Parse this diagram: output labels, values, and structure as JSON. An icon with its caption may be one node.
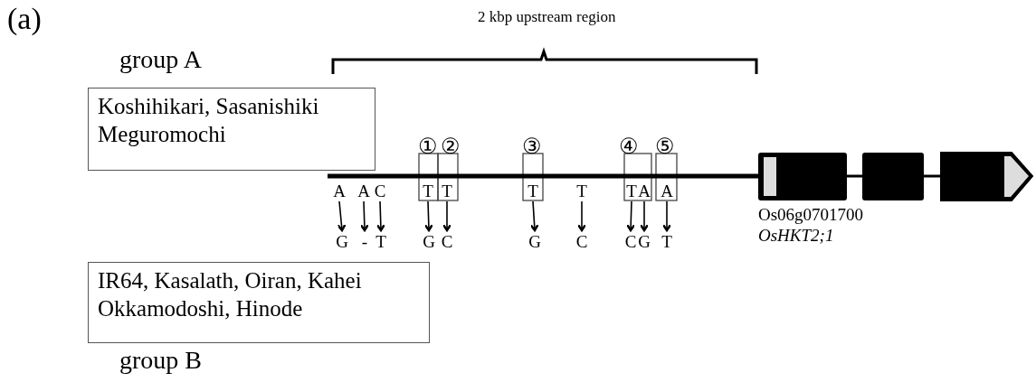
{
  "diagram": {
    "nodes": [
      {
        "text": [
          "group A",
          "Koshihikari, Sasanishiki Meguromochi"
        ]
      },
      {
        "text": [
          "IR64, Kasalath, Oiran, Kahei Okkamodoshi, Hinode",
          "group B"
        ]
      },
      {
        "text": [
          "A"
        ]
      },
      {
        "text": [
          "A"
        ]
      },
      {
        "text": [
          "C"
        ]
      },
      {
        "text": [
          "T"
        ]
      },
      {
        "text": [
          "T"
        ]
      },
      {
        "text": [
          "T"
        ]
      },
      {
        "text": [
          "T"
        ]
      },
      {
        "text": [
          "T"
        ]
      },
      {
        "text": [
          "A"
        ]
      },
      {
        "text": [
          "A"
        ]
      },
      {
        "text": [
          "G"
        ]
      },
      {
        "text": [
          "-"
        ]
      },
      {
        "text": [
          "T"
        ]
      },
      {
        "text": [
          "G"
        ]
      },
      {
        "text": [
          "C"
        ]
      },
      {
        "text": [
          "G"
        ]
      },
      {
        "text": [
          "C"
        ]
      },
      {
        "text": [
          "C"
        ]
      },
      {
        "text": [
          "G"
        ]
      },
      {
        "text": [
          "T"
        ]
      }
    ],
    "edges": [
      {
        "from": 2,
        "to": 12,
        "arrow": "to"
      },
      {
        "from": 3,
        "to": 13,
        "arrow": "to"
      },
      {
        "from": 4,
        "to": 14,
        "arrow": "to"
      },
      {
        "from": 5,
        "to": 15,
        "arrow": "to"
      },
      {
        "from": 6,
        "to": 16,
        "arrow": "to"
      },
      {
        "from": 7,
        "to": 17,
        "arrow": "to"
      },
      {
        "from": 8,
        "to": 18,
        "arrow": "to"
      },
      {
        "from": 9,
        "to": 19,
        "arrow": "to"
      },
      {
        "from": 10,
        "to": 20,
        "arrow": "to"
      },
      {
        "from": 11,
        "to": 21,
        "arrow": "to"
      }
    ],
    "labels": [
      "(a)",
      "2 kbp upstream region",
      "①",
      "②",
      "③",
      "④",
      "⑤",
      "Os06g0701700",
      "OsHKT2;1"
    ]
  }
}
